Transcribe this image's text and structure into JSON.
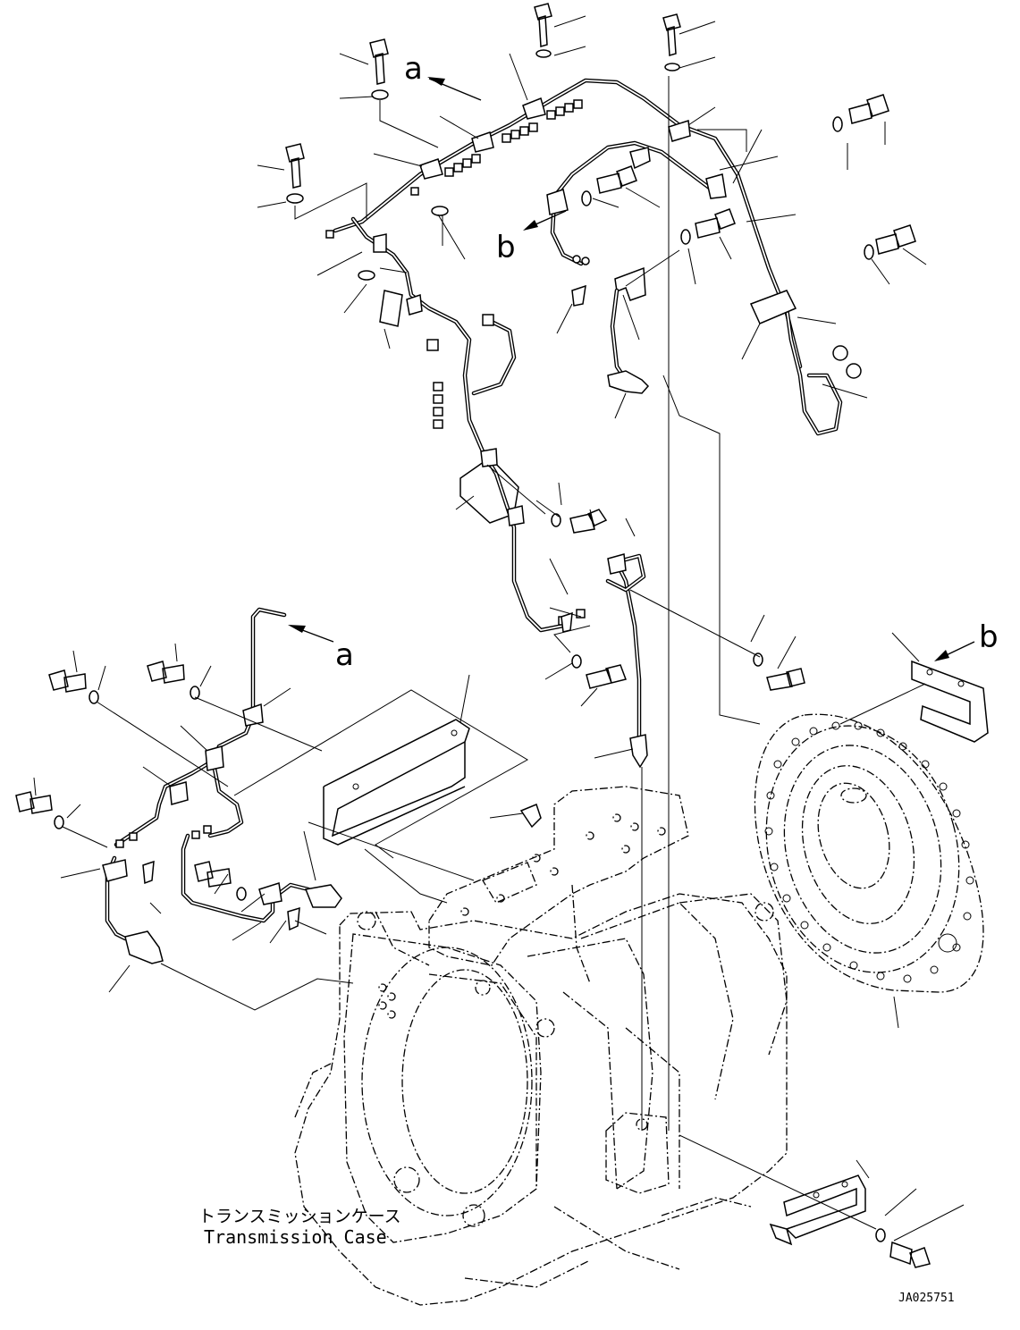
{
  "diagram": {
    "caption_jp": "トランスミッションケース",
    "caption_en": "Transmission Case",
    "figure_code": "JA025751",
    "view_marks": [
      "a",
      "a",
      "b",
      "b"
    ]
  }
}
